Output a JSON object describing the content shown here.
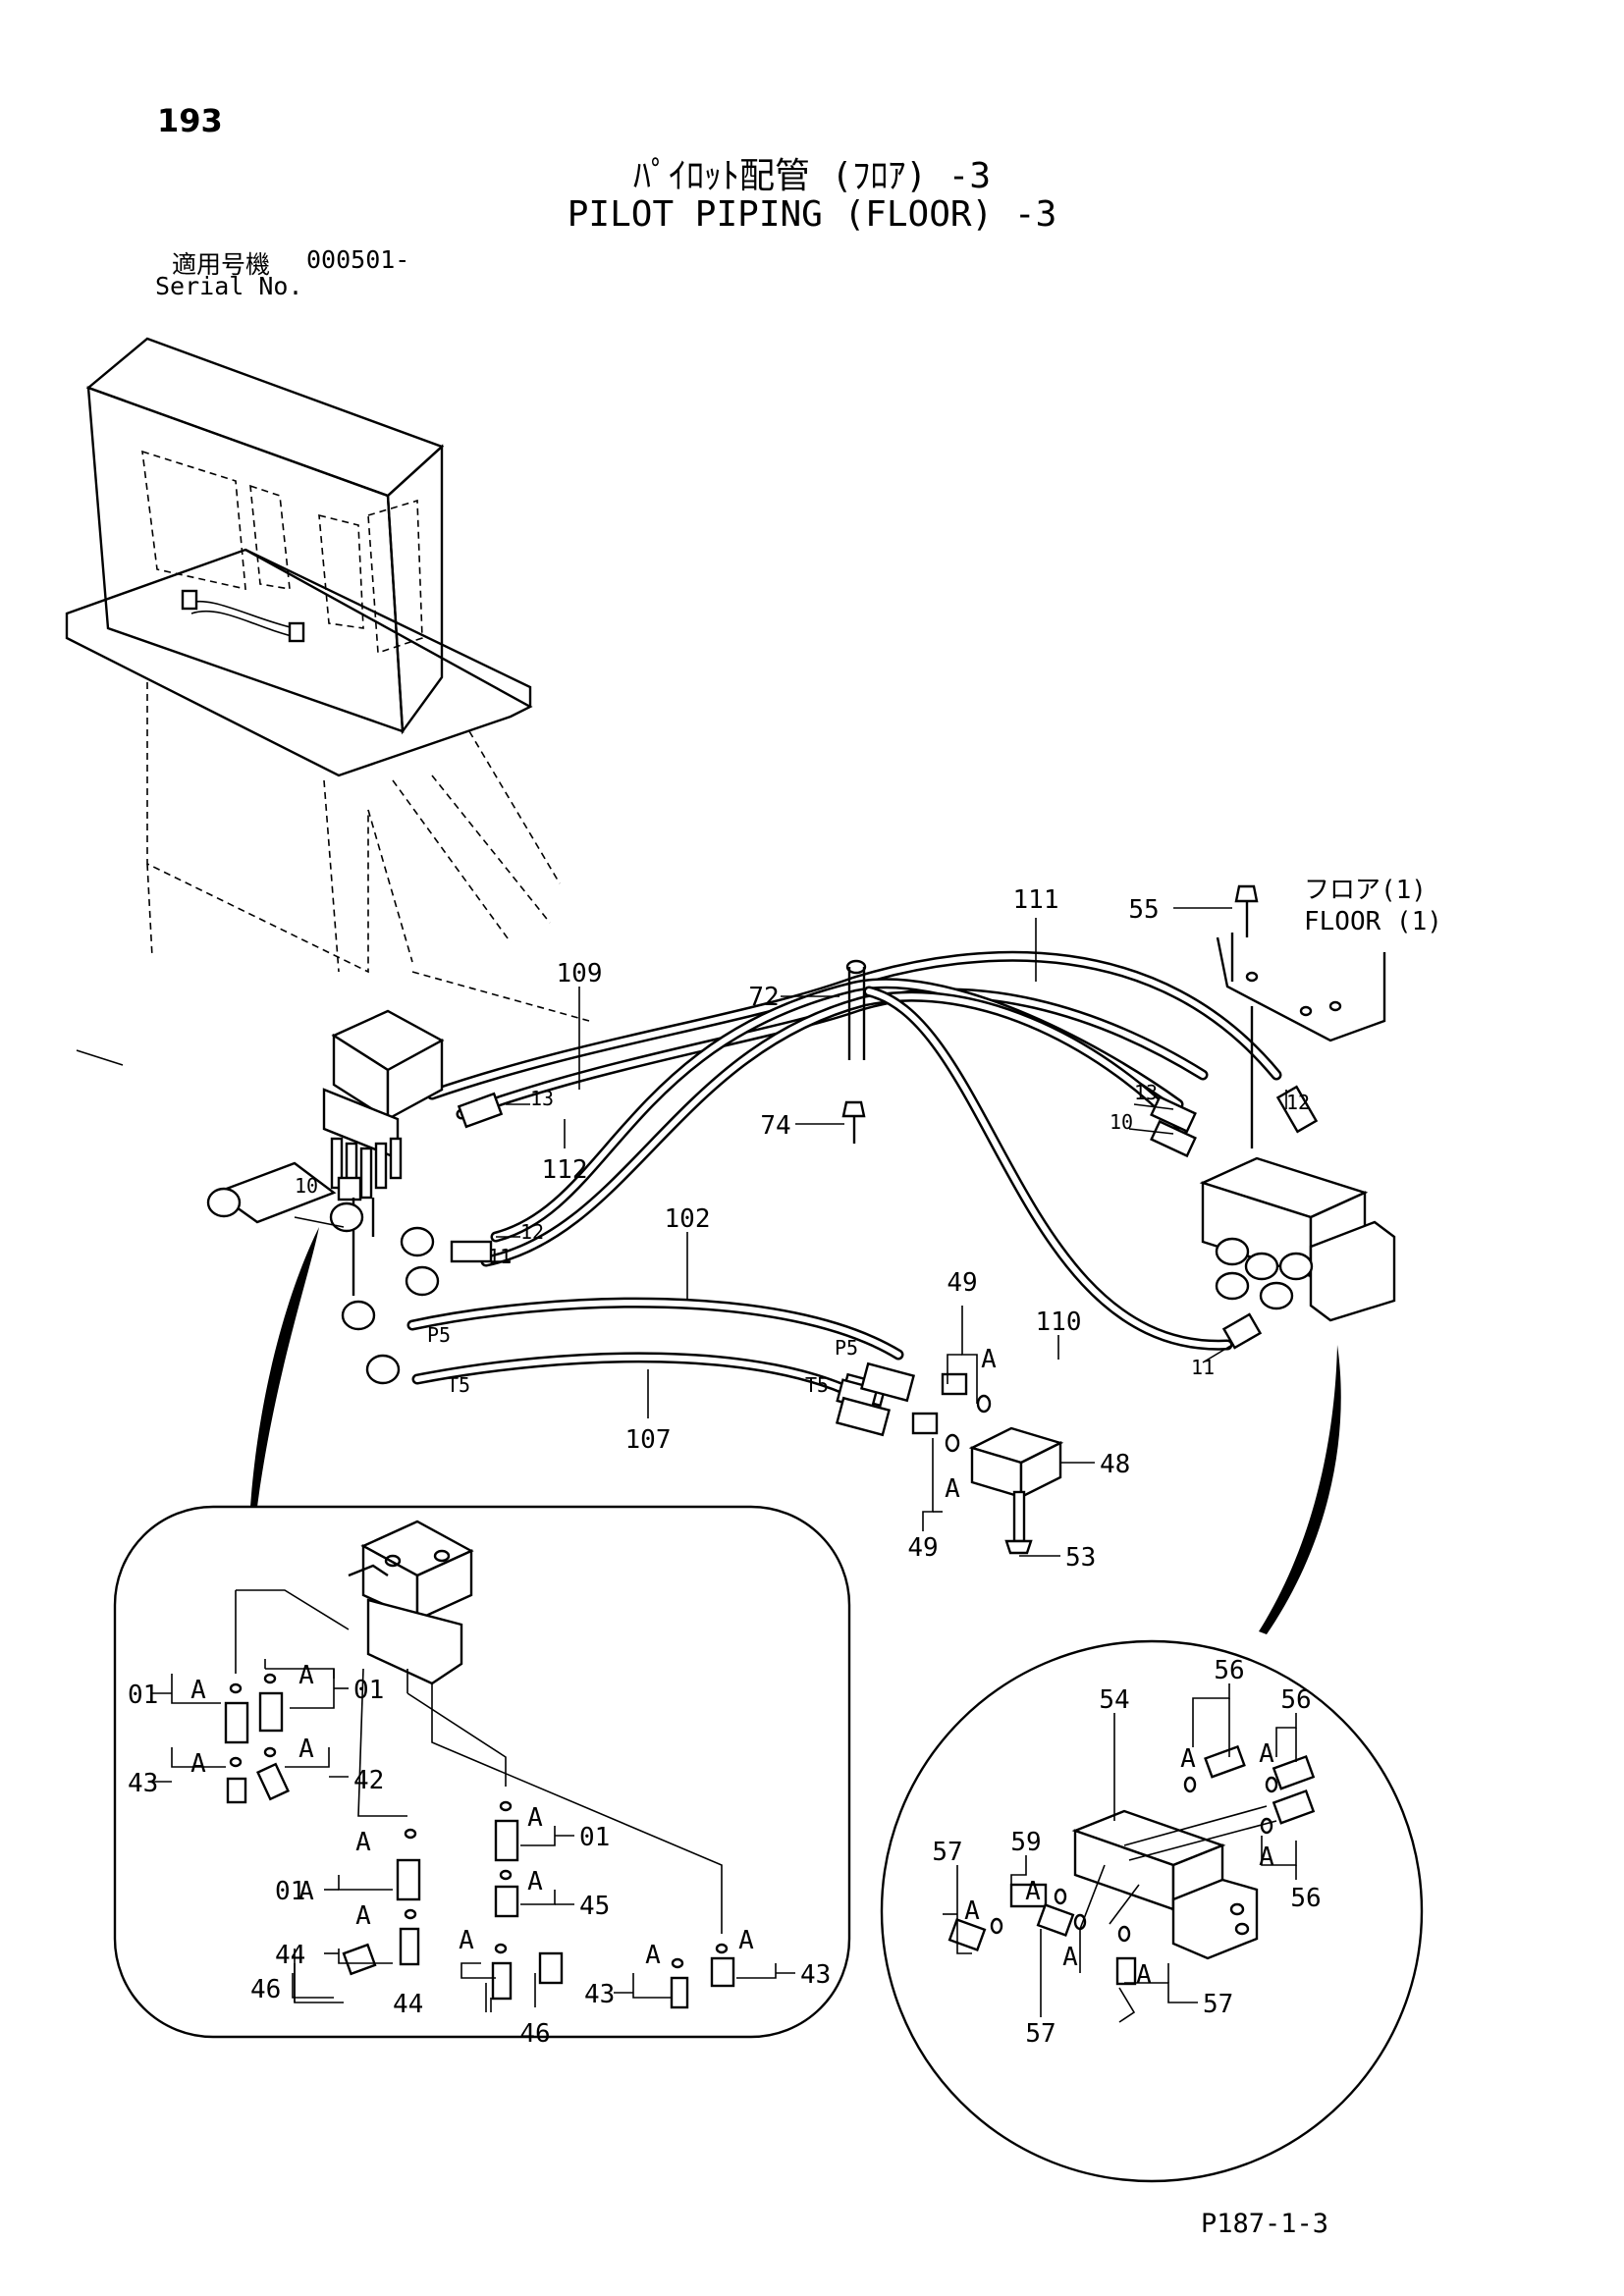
{
  "header": {
    "page_number": "193",
    "title_jp": "ﾊﾟｲﾛｯﾄ配管 (ﾌﾛｱ) -3",
    "title_en": "PILOT PIPING (FLOOR) -3",
    "serial_label_jp": "適用号機",
    "serial_value": "000501-",
    "serial_label_en": "Serial No."
  },
  "footer": {
    "reference_code": "P187-1-3"
  },
  "floor_note": {
    "jp": "フロア(1)",
    "en": "FLOOR (1)"
  },
  "labels": {
    "main": {
      "p111": "111",
      "p55": "55",
      "p109": "109",
      "p72": "72",
      "p74": "74",
      "p13a": "13",
      "p112": "112",
      "p10a": "10",
      "p12a": "12",
      "p11a": "11",
      "p102": "102",
      "p13b": "13",
      "p10b": "10",
      "p12b": "12",
      "p49a": "49",
      "p110": "110",
      "p11b": "11",
      "p48": "48",
      "p49b": "49",
      "p53": "53",
      "p107": "107",
      "aA1": "A",
      "aA2": "A",
      "p5a": "P5",
      "p5b": "P5",
      "t5a": "T5",
      "t5b": "T5"
    },
    "inset_left": {
      "a1": "A",
      "a2": "A",
      "a3": "A",
      "a4": "A",
      "a5": "A",
      "a6": "A",
      "a7": "A",
      "a8": "A",
      "a9": "A",
      "a10": "A",
      "a11": "A",
      "a12": "A",
      "p01a": "01",
      "p01b": "01",
      "p43a": "43",
      "p42": "42",
      "p01c": "01",
      "p01d": "01",
      "p45": "45",
      "p44a": "44",
      "p46a": "46",
      "p44b": "44",
      "p46b": "46",
      "p43b": "43",
      "p43c": "43"
    },
    "inset_right": {
      "p54": "54",
      "p56a": "56",
      "p56b": "56",
      "p56c": "56",
      "p59": "59",
      "p57a": "57",
      "p57b": "57",
      "p57c": "57",
      "a1": "A",
      "a2": "A",
      "a3": "A",
      "a4": "A",
      "a5": "A",
      "a6": "A",
      "a7": "A"
    }
  }
}
